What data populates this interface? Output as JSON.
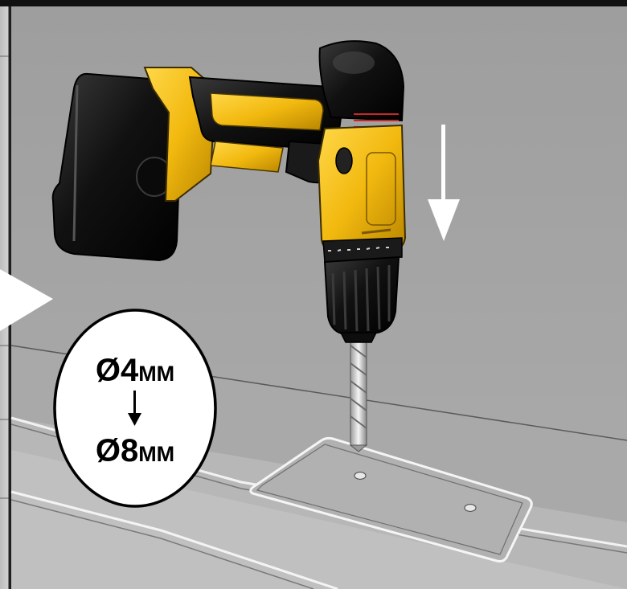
{
  "drill_size": {
    "from": {
      "value": "Ø4",
      "unit": "MM"
    },
    "to": {
      "value": "Ø8",
      "unit": "MM"
    }
  },
  "colors": {
    "background": "#a5a5a5",
    "drill_yellow": "#f2c21a",
    "drill_black": "#151515",
    "arrow": "#ffffff",
    "frame": "#111111"
  },
  "icons": {
    "step_pointer": "triangle-right-icon",
    "direction": "down-arrow-icon",
    "size_change": "down-arrow-icon"
  }
}
